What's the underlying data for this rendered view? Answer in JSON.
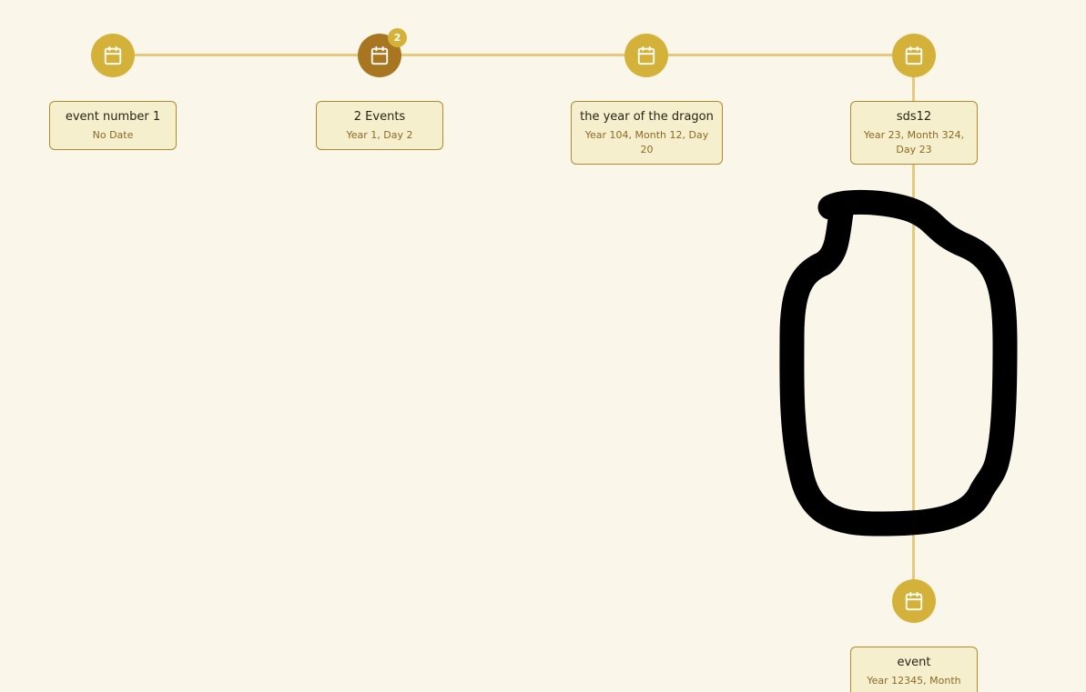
{
  "timeline": {
    "events": [
      {
        "title": "event number 1",
        "date": "No Date",
        "icon": "calendar-icon"
      },
      {
        "title": "2 Events",
        "date": "Year 1, Day 2",
        "icon": "calendar-icon",
        "count": "2"
      },
      {
        "title": "the year of the dragon",
        "date": "Year 104, Month 12, Day 20",
        "icon": "calendar-icon"
      },
      {
        "title": "sds12",
        "date": "Year 23, Month 324, Day 23",
        "icon": "calendar-icon"
      },
      {
        "title": "event",
        "date": "Year 12345, Month",
        "icon": "calendar-icon"
      }
    ]
  },
  "colors": {
    "background": "#faf7ea",
    "node": "#d4b239",
    "node_group": "#a87621",
    "line": "#e6c97f",
    "card_bg": "#f5efcd",
    "card_border": "#b08a2c",
    "annotation": "#000000"
  }
}
